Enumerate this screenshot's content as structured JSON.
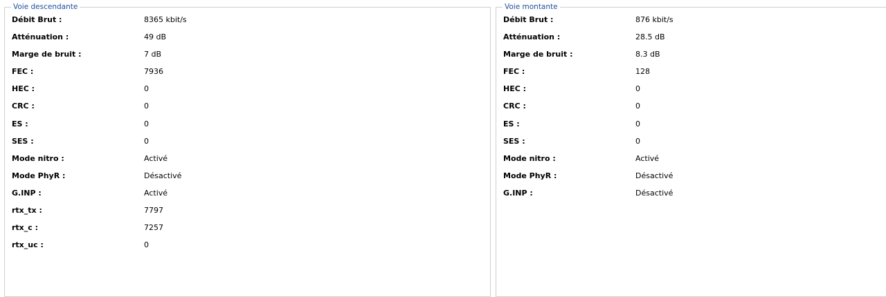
{
  "downstream": {
    "title": "Voie descendante",
    "rows": [
      {
        "label": "Débit Brut :",
        "value": "8365 kbit/s"
      },
      {
        "label": "Atténuation :",
        "value": "49 dB"
      },
      {
        "label": "Marge de bruit :",
        "value": "7 dB"
      },
      {
        "label": "FEC :",
        "value": "7936"
      },
      {
        "label": "HEC :",
        "value": "0"
      },
      {
        "label": "CRC :",
        "value": "0"
      },
      {
        "label": "ES :",
        "value": "0"
      },
      {
        "label": "SES :",
        "value": "0"
      },
      {
        "label": "Mode nitro :",
        "value": "Activé"
      },
      {
        "label": "Mode PhyR :",
        "value": "Désactivé"
      },
      {
        "label": "G.INP :",
        "value": "Activé"
      },
      {
        "label": "rtx_tx :",
        "value": "7797"
      },
      {
        "label": "rtx_c :",
        "value": "7257"
      },
      {
        "label": "rtx_uc :",
        "value": "0"
      }
    ]
  },
  "upstream": {
    "title": "Voie montante",
    "rows": [
      {
        "label": "Débit Brut :",
        "value": "876 kbit/s"
      },
      {
        "label": "Atténuation :",
        "value": "28.5 dB"
      },
      {
        "label": "Marge de bruit :",
        "value": "8.3 dB"
      },
      {
        "label": "FEC :",
        "value": "128"
      },
      {
        "label": "HEC :",
        "value": "0"
      },
      {
        "label": "CRC :",
        "value": "0"
      },
      {
        "label": "ES :",
        "value": "0"
      },
      {
        "label": "SES :",
        "value": "0"
      },
      {
        "label": "Mode nitro :",
        "value": "Activé"
      },
      {
        "label": "Mode PhyR :",
        "value": "Désactivé"
      },
      {
        "label": "G.INP :",
        "value": "Désactivé"
      }
    ]
  }
}
